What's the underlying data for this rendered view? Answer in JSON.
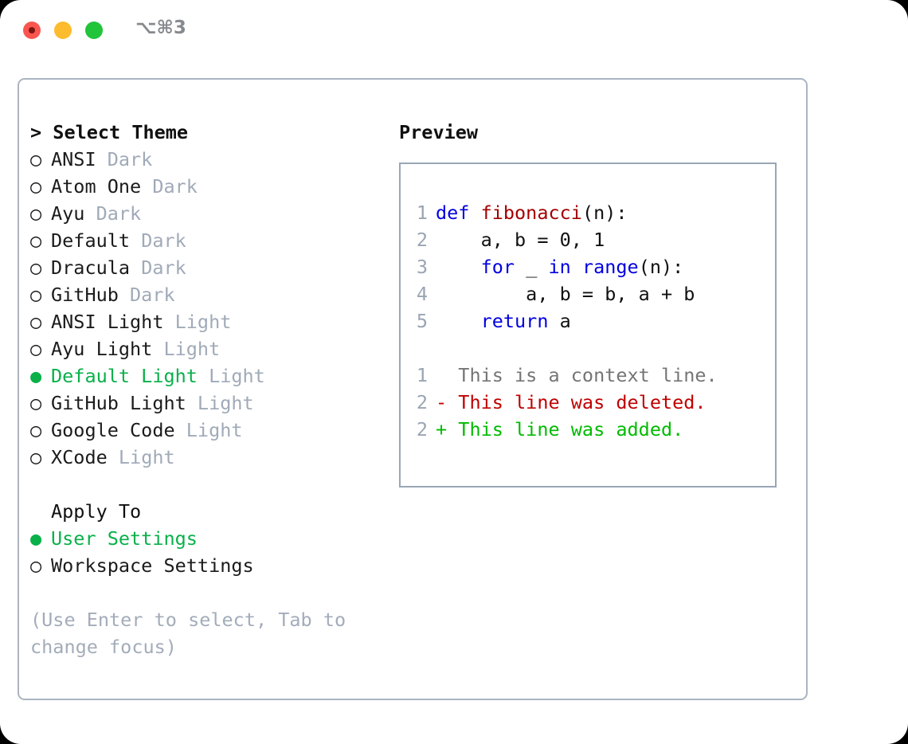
{
  "titlebar": {
    "shortcut": "⌥⌘3",
    "buttons": {
      "close": "close",
      "minimize": "minimize",
      "maximize": "maximize"
    }
  },
  "theme_panel": {
    "heading": "> Select Theme",
    "marker_unselected": "○",
    "marker_selected": "●",
    "items": [
      {
        "marker": "○",
        "label": "ANSI",
        "tag": "Dark",
        "selected": false
      },
      {
        "marker": "○",
        "label": "Atom One",
        "tag": "Dark",
        "selected": false
      },
      {
        "marker": "○",
        "label": "Ayu",
        "tag": "Dark",
        "selected": false
      },
      {
        "marker": "○",
        "label": "Default",
        "tag": "Dark",
        "selected": false
      },
      {
        "marker": "○",
        "label": "Dracula",
        "tag": "Dark",
        "selected": false
      },
      {
        "marker": "○",
        "label": "GitHub",
        "tag": "Dark",
        "selected": false
      },
      {
        "marker": "○",
        "label": "ANSI Light",
        "tag": "Light",
        "selected": false
      },
      {
        "marker": "○",
        "label": "Ayu Light",
        "tag": "Light",
        "selected": false
      },
      {
        "marker": "●",
        "label": "Default Light",
        "tag": "Light",
        "selected": true
      },
      {
        "marker": "○",
        "label": "GitHub Light",
        "tag": "Light",
        "selected": false
      },
      {
        "marker": "○",
        "label": "Google Code",
        "tag": "Light",
        "selected": false
      },
      {
        "marker": "○",
        "label": "XCode",
        "tag": "Light",
        "selected": false
      }
    ]
  },
  "apply_to": {
    "heading": "Apply To",
    "items": [
      {
        "marker": "●",
        "label": "User Settings",
        "selected": true
      },
      {
        "marker": "○",
        "label": "Workspace Settings",
        "selected": false
      }
    ]
  },
  "hint": "(Use Enter to select, Tab to change focus)",
  "preview": {
    "title": "Preview",
    "code_lines": [
      {
        "number": "1",
        "tokens": [
          {
            "text": "def ",
            "style": "kw"
          },
          {
            "text": "fibonacci",
            "style": "fn"
          },
          {
            "text": "(n):",
            "style": "plain"
          }
        ]
      },
      {
        "number": "2",
        "tokens": [
          {
            "text": "    a, b = 0, 1",
            "style": "plain"
          }
        ]
      },
      {
        "number": "3",
        "tokens": [
          {
            "text": "    ",
            "style": "plain"
          },
          {
            "text": "for",
            "style": "kw"
          },
          {
            "text": " _ ",
            "style": "plain"
          },
          {
            "text": "in",
            "style": "kw"
          },
          {
            "text": " ",
            "style": "plain"
          },
          {
            "text": "range",
            "style": "kw"
          },
          {
            "text": "(n):",
            "style": "plain"
          }
        ]
      },
      {
        "number": "4",
        "tokens": [
          {
            "text": "        a, b = b, a + b",
            "style": "plain"
          }
        ]
      },
      {
        "number": "5",
        "tokens": [
          {
            "text": "    ",
            "style": "plain"
          },
          {
            "text": "return",
            "style": "kw"
          },
          {
            "text": " a",
            "style": "plain"
          }
        ]
      }
    ],
    "diff_lines": [
      {
        "number": "1",
        "sign": "  ",
        "text": "This is a context line.",
        "kind": "ctx"
      },
      {
        "number": "2",
        "sign": "- ",
        "text": "This line was deleted.",
        "kind": "del"
      },
      {
        "number": "2",
        "sign": "+ ",
        "text": "This line was added.",
        "kind": "add"
      }
    ]
  },
  "colors": {
    "selection_green": "#09b04a",
    "tag_gray": "#a0aab8",
    "hint_gray": "#a3acba",
    "panel_border": "#aab4c2",
    "code_border": "#9aa6b5",
    "keyword_blue": "#0000e0",
    "function_red": "#a40000",
    "diff_delete_red": "#c00000",
    "diff_add_green": "#00bb00",
    "dot_close": "#f9564f",
    "dot_minimize": "#fcbc2d",
    "dot_maximize": "#22c43a"
  }
}
